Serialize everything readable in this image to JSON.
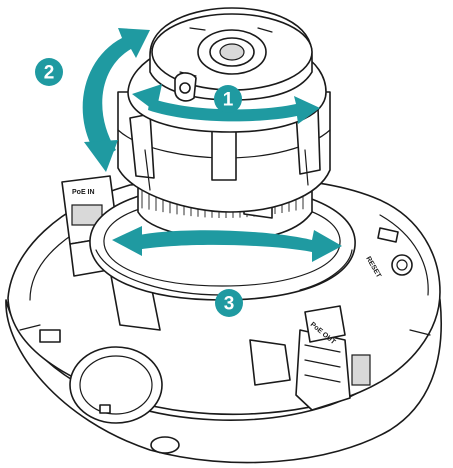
{
  "colors": {
    "accent": "#1f9aa1",
    "line": "#1a1a1a",
    "fill": "#ffffff",
    "shade": "#d9d9d9"
  },
  "steps": [
    {
      "label": "1",
      "meaning": "pan"
    },
    {
      "label": "2",
      "meaning": "tilt"
    },
    {
      "label": "3",
      "meaning": "rotate"
    }
  ],
  "labels": {
    "poe_in": "PoE IN",
    "poe_out": "PoE OUT",
    "reset": "RESET"
  },
  "icons": [
    "pan-arrow-icon",
    "tilt-arrow-icon",
    "rotate-arrow-icon"
  ]
}
